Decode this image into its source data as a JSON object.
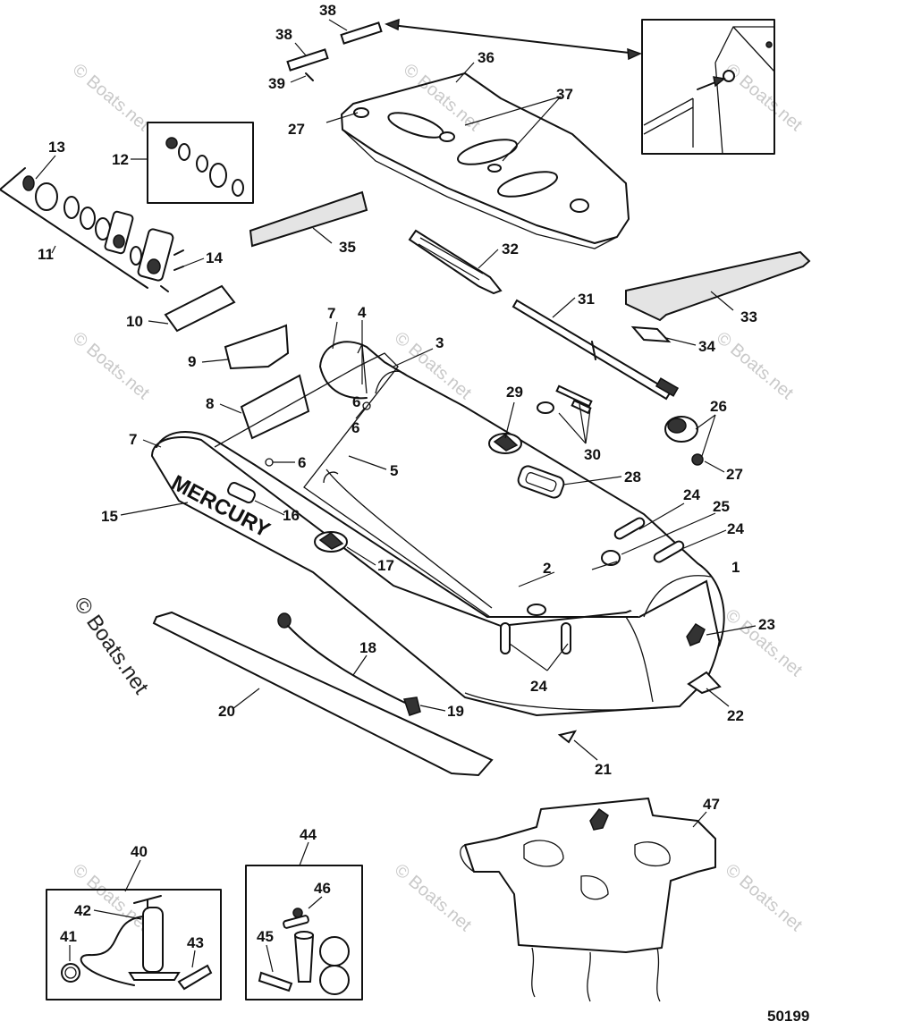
{
  "diagram": {
    "figure_number": "50199",
    "watermarks": [
      "© Boats.net"
    ],
    "brand_text": "MERCURY",
    "callouts": [
      {
        "label": "1"
      },
      {
        "label": "2"
      },
      {
        "label": "3"
      },
      {
        "label": "4"
      },
      {
        "label": "5"
      },
      {
        "label": "6"
      },
      {
        "label": "6"
      },
      {
        "label": "6"
      },
      {
        "label": "7"
      },
      {
        "label": "7"
      },
      {
        "label": "8"
      },
      {
        "label": "9"
      },
      {
        "label": "10"
      },
      {
        "label": "11"
      },
      {
        "label": "12"
      },
      {
        "label": "13"
      },
      {
        "label": "14"
      },
      {
        "label": "15"
      },
      {
        "label": "16"
      },
      {
        "label": "17"
      },
      {
        "label": "18"
      },
      {
        "label": "19"
      },
      {
        "label": "20"
      },
      {
        "label": "21"
      },
      {
        "label": "22"
      },
      {
        "label": "23"
      },
      {
        "label": "24"
      },
      {
        "label": "24"
      },
      {
        "label": "24"
      },
      {
        "label": "25"
      },
      {
        "label": "26"
      },
      {
        "label": "27"
      },
      {
        "label": "27"
      },
      {
        "label": "28"
      },
      {
        "label": "29"
      },
      {
        "label": "30"
      },
      {
        "label": "31"
      },
      {
        "label": "32"
      },
      {
        "label": "33"
      },
      {
        "label": "34"
      },
      {
        "label": "35"
      },
      {
        "label": "36"
      },
      {
        "label": "37"
      },
      {
        "label": "38"
      },
      {
        "label": "38"
      },
      {
        "label": "39"
      },
      {
        "label": "40"
      },
      {
        "label": "41"
      },
      {
        "label": "42"
      },
      {
        "label": "43"
      },
      {
        "label": "44"
      },
      {
        "label": "45"
      },
      {
        "label": "46"
      },
      {
        "label": "47"
      }
    ]
  }
}
